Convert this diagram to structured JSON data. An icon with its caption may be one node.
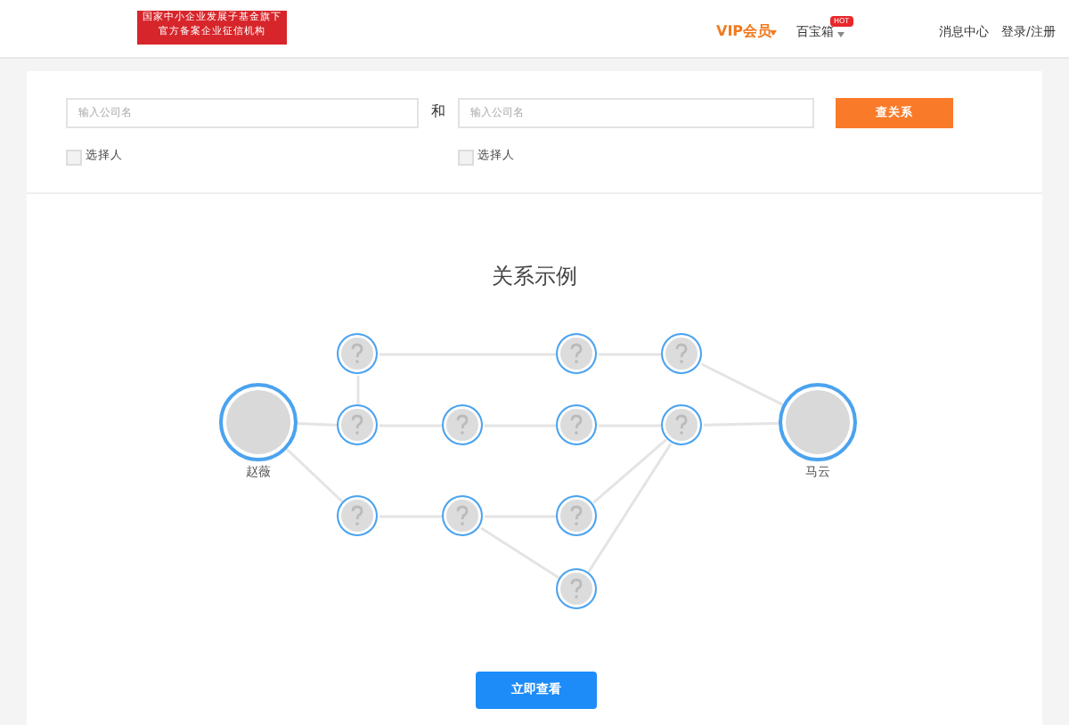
{
  "diagram": {
    "title": "关系示例",
    "nodes": [
      {
        "text": [
          "赵薇"
        ]
      },
      {
        "text": [],
        "shape": "circle"
      },
      {
        "text": [],
        "shape": "circle"
      },
      {
        "text": [],
        "shape": "circle"
      },
      {
        "text": [],
        "shape": "circle"
      },
      {
        "text": [],
        "shape": "circle"
      },
      {
        "text": [],
        "shape": "circle"
      },
      {
        "text": [],
        "shape": "circle"
      },
      {
        "text": [
          "马云"
        ]
      },
      {
        "text": [],
        "shape": "circle"
      },
      {
        "text": [],
        "shape": "circle"
      },
      {
        "text": [],
        "shape": "circle"
      },
      {
        "text": [],
        "shape": "circle"
      }
    ],
    "edges": [
      {
        "from": 0,
        "to": 4,
        "arrow": "none"
      },
      {
        "from": 1,
        "to": 4,
        "arrow": "none"
      },
      {
        "from": 0,
        "to": 9,
        "arrow": "none"
      },
      {
        "from": 1,
        "to": 2,
        "arrow": "none"
      },
      {
        "from": 2,
        "to": 3,
        "arrow": "none"
      },
      {
        "from": 3,
        "to": 8,
        "arrow": "none"
      },
      {
        "from": 4,
        "to": 5,
        "arrow": "none"
      },
      {
        "from": 5,
        "to": 6,
        "arrow": "none"
      },
      {
        "from": 6,
        "to": 7,
        "arrow": "none"
      },
      {
        "from": 7,
        "to": 8,
        "arrow": "none"
      },
      {
        "from": 9,
        "to": 10,
        "arrow": "none"
      },
      {
        "from": 10,
        "to": 11,
        "arrow": "none"
      },
      {
        "from": 10,
        "to": 12,
        "arrow": "none"
      },
      {
        "from": 11,
        "to": 7,
        "arrow": "none"
      },
      {
        "from": 12,
        "to": 7,
        "arrow": "none"
      }
    ],
    "labels": [
      "国家中小企业发展子基金旗下",
      "官方备案企业征信机构",
      "VIP会员",
      "HOT",
      "百宝箱",
      "消息中心",
      "登录/注册",
      "输入公司名",
      "和",
      "输入公司名",
      "查关系",
      "选择人",
      "选择人",
      "立即查看"
    ]
  }
}
